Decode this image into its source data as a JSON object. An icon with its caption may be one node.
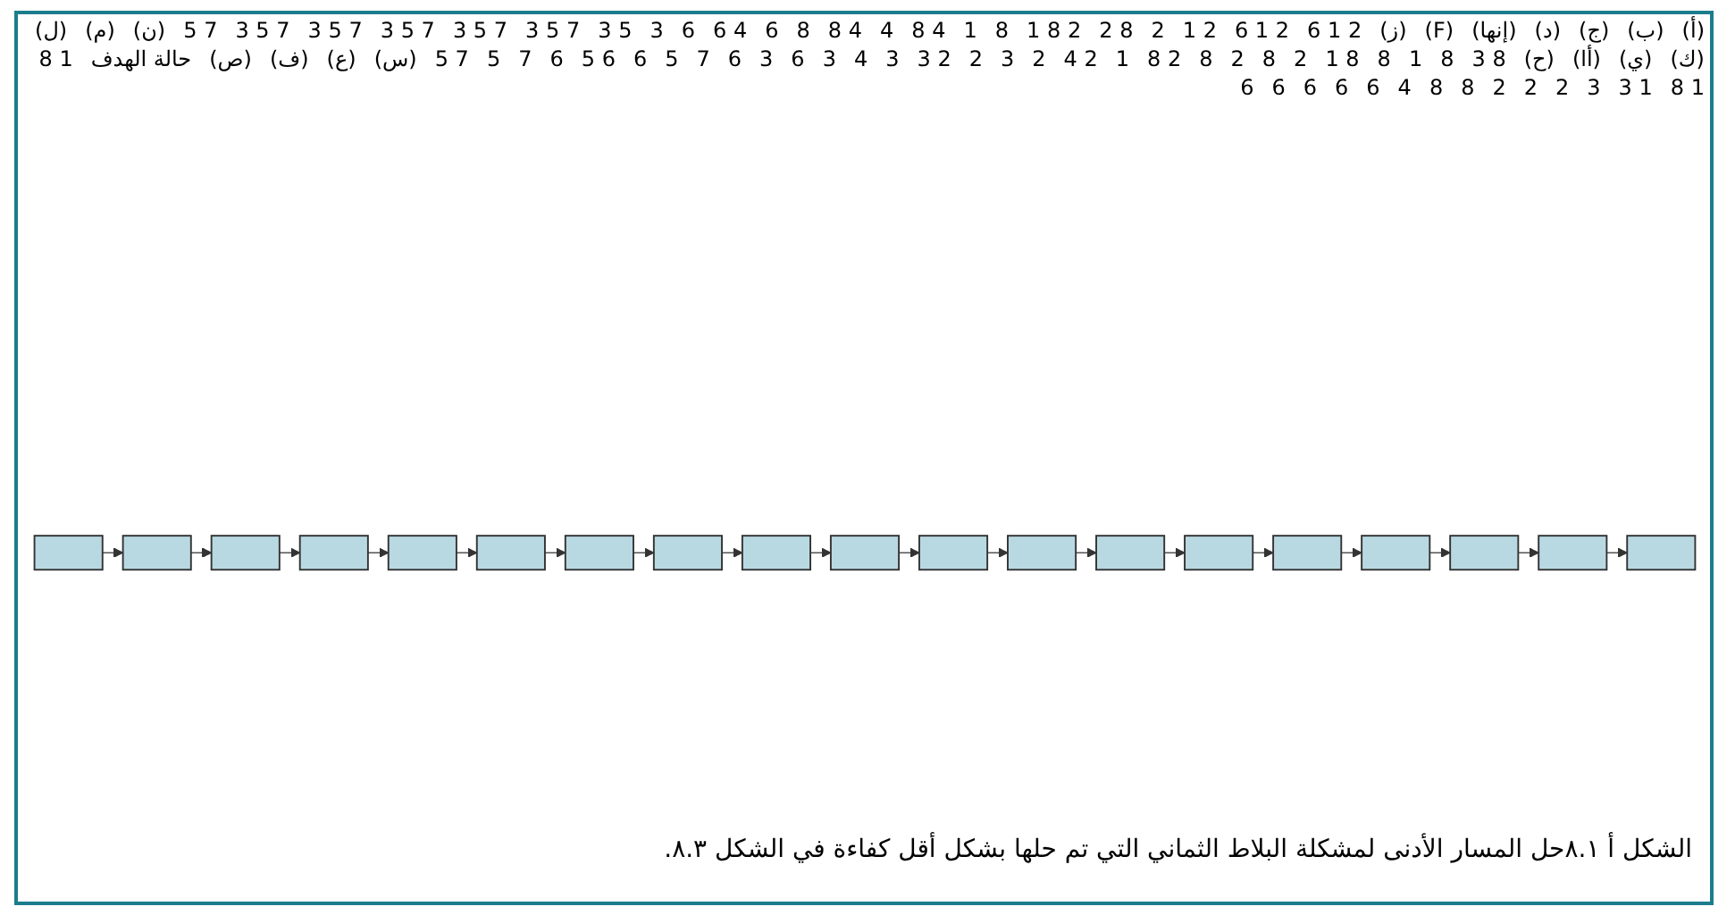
{
  "diagram": {
    "caption": "الشكل أ ٨.١حل المسار الأدنى لمشكلة البلاط الثماني التي تم حلها بشكل أقل كفاءة في الشكل ٨.٣.",
    "nodes": [
      {
        "text": [],
        "shape": "box"
      },
      {
        "text": [],
        "shape": "box"
      },
      {
        "text": [],
        "shape": "box"
      },
      {
        "text": [],
        "shape": "box"
      },
      {
        "text": [],
        "shape": "box"
      },
      {
        "text": [],
        "shape": "box"
      },
      {
        "text": [],
        "shape": "box"
      },
      {
        "text": [],
        "shape": "box"
      },
      {
        "text": [],
        "shape": "box"
      },
      {
        "text": [],
        "shape": "box"
      },
      {
        "text": [],
        "shape": "box"
      },
      {
        "text": [],
        "shape": "box"
      },
      {
        "text": [],
        "shape": "box"
      },
      {
        "text": [],
        "shape": "box"
      },
      {
        "text": [],
        "shape": "box"
      },
      {
        "text": [],
        "shape": "box"
      },
      {
        "text": [],
        "shape": "box"
      },
      {
        "text": [],
        "shape": "box"
      },
      {
        "text": [],
        "shape": "box"
      }
    ],
    "edges": [
      {
        "from": 0,
        "to": 1,
        "arrow": "to"
      },
      {
        "from": 1,
        "to": 2,
        "arrow": "to"
      },
      {
        "from": 2,
        "to": 3,
        "arrow": "to"
      },
      {
        "from": 3,
        "to": 4,
        "arrow": "to"
      },
      {
        "from": 4,
        "to": 5,
        "arrow": "to"
      },
      {
        "from": 5,
        "to": 6,
        "arrow": "to"
      },
      {
        "from": 6,
        "to": 7,
        "arrow": "to"
      },
      {
        "from": 7,
        "to": 8,
        "arrow": "to"
      },
      {
        "from": 8,
        "to": 9,
        "arrow": "to"
      },
      {
        "from": 9,
        "to": 10,
        "arrow": "to"
      },
      {
        "from": 10,
        "to": 11,
        "arrow": "to"
      },
      {
        "from": 11,
        "to": 12,
        "arrow": "to"
      },
      {
        "from": 12,
        "to": 13,
        "arrow": "to"
      },
      {
        "from": 13,
        "to": 14,
        "arrow": "to"
      },
      {
        "from": 14,
        "to": 15,
        "arrow": "to"
      },
      {
        "from": 15,
        "to": 16,
        "arrow": "to"
      },
      {
        "from": 16,
        "to": 17,
        "arrow": "to"
      },
      {
        "from": 17,
        "to": 18,
        "arrow": "to"
      }
    ],
    "labels": [
      "(أ)",
      "(ب)",
      "(ج)",
      "(د)",
      "(إنها)",
      "(F)",
      "(ز)",
      "2 1 6",
      "2 1 6",
      "2 1",
      "2",
      "8 2",
      "2 8 1",
      "8",
      "1",
      "4 8",
      "4",
      "4 8",
      "8",
      "6",
      "4 6",
      "6",
      "3",
      "5 3",
      "7 5 3",
      "7 5 3",
      "7 5 3",
      "7 5 3",
      "7 5 3",
      "7 5",
      "(ن)",
      "(م)",
      "(ل)",
      "(ك)",
      "(ي)",
      "(أا)",
      "(ح)",
      "8 3",
      "8",
      "1",
      "8",
      "8 1",
      "2",
      "8",
      "2",
      "8",
      "2 8",
      "1",
      "2 4",
      "2",
      "3",
      "2",
      "2 3",
      "3",
      "4",
      "3",
      "6",
      "3",
      "6",
      "7",
      "5",
      "6",
      "6 5",
      "6",
      "7",
      "5",
      "7 5",
      "(س)",
      "(ع)",
      "(ف)",
      "(ص)",
      "حالة الهدف",
      "1 8",
      "1 8",
      "1 3",
      "3",
      "2",
      "2",
      "2",
      "8",
      "8",
      "4",
      "6",
      "6",
      "6",
      "6",
      "6"
    ]
  }
}
